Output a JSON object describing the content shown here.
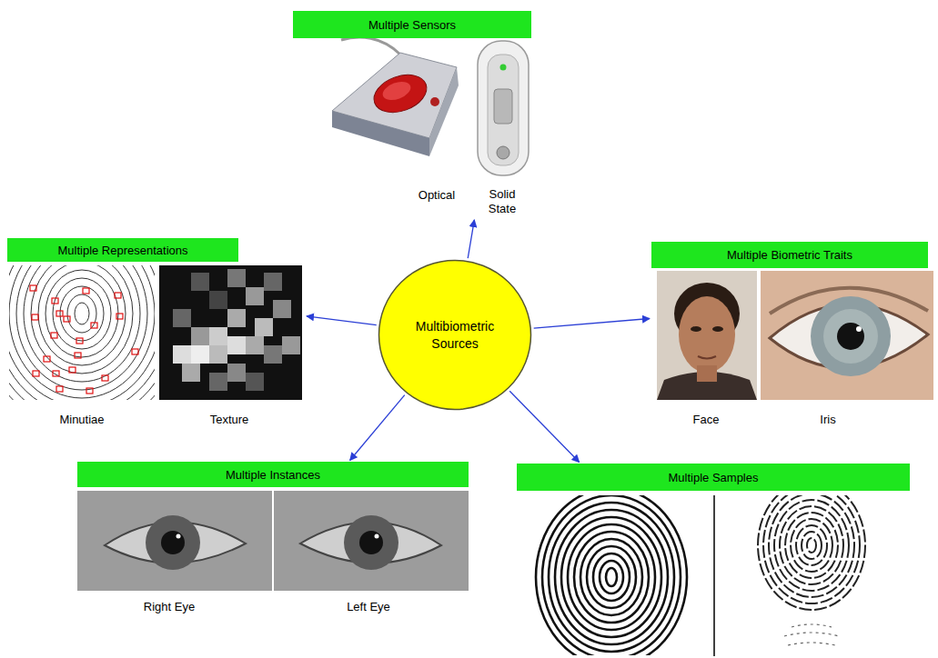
{
  "diagram": {
    "nodes": [
      {
        "text": [
          "Multibiometric Sources"
        ]
      },
      {
        "text": [
          "Multiple Sensors",
          "Optical",
          "Solid State"
        ]
      },
      {
        "text": [
          "Multiple Representations",
          "Minutiae",
          "Texture"
        ]
      },
      {
        "text": [
          "Multiple Biometric Traits",
          "Face",
          "Iris"
        ]
      },
      {
        "text": [
          "Multiple Instances",
          "Right Eye",
          "Left Eye"
        ]
      },
      {
        "text": [
          "Multiple Samples"
        ]
      }
    ],
    "edges": [
      {
        "from": 0,
        "to": 1,
        "arrow": "to"
      },
      {
        "from": 0,
        "to": 2,
        "arrow": "to"
      },
      {
        "from": 0,
        "to": 3,
        "arrow": "to"
      },
      {
        "from": 0,
        "to": 4,
        "arrow": "to"
      },
      {
        "from": 0,
        "to": 5,
        "arrow": "to"
      }
    ]
  }
}
